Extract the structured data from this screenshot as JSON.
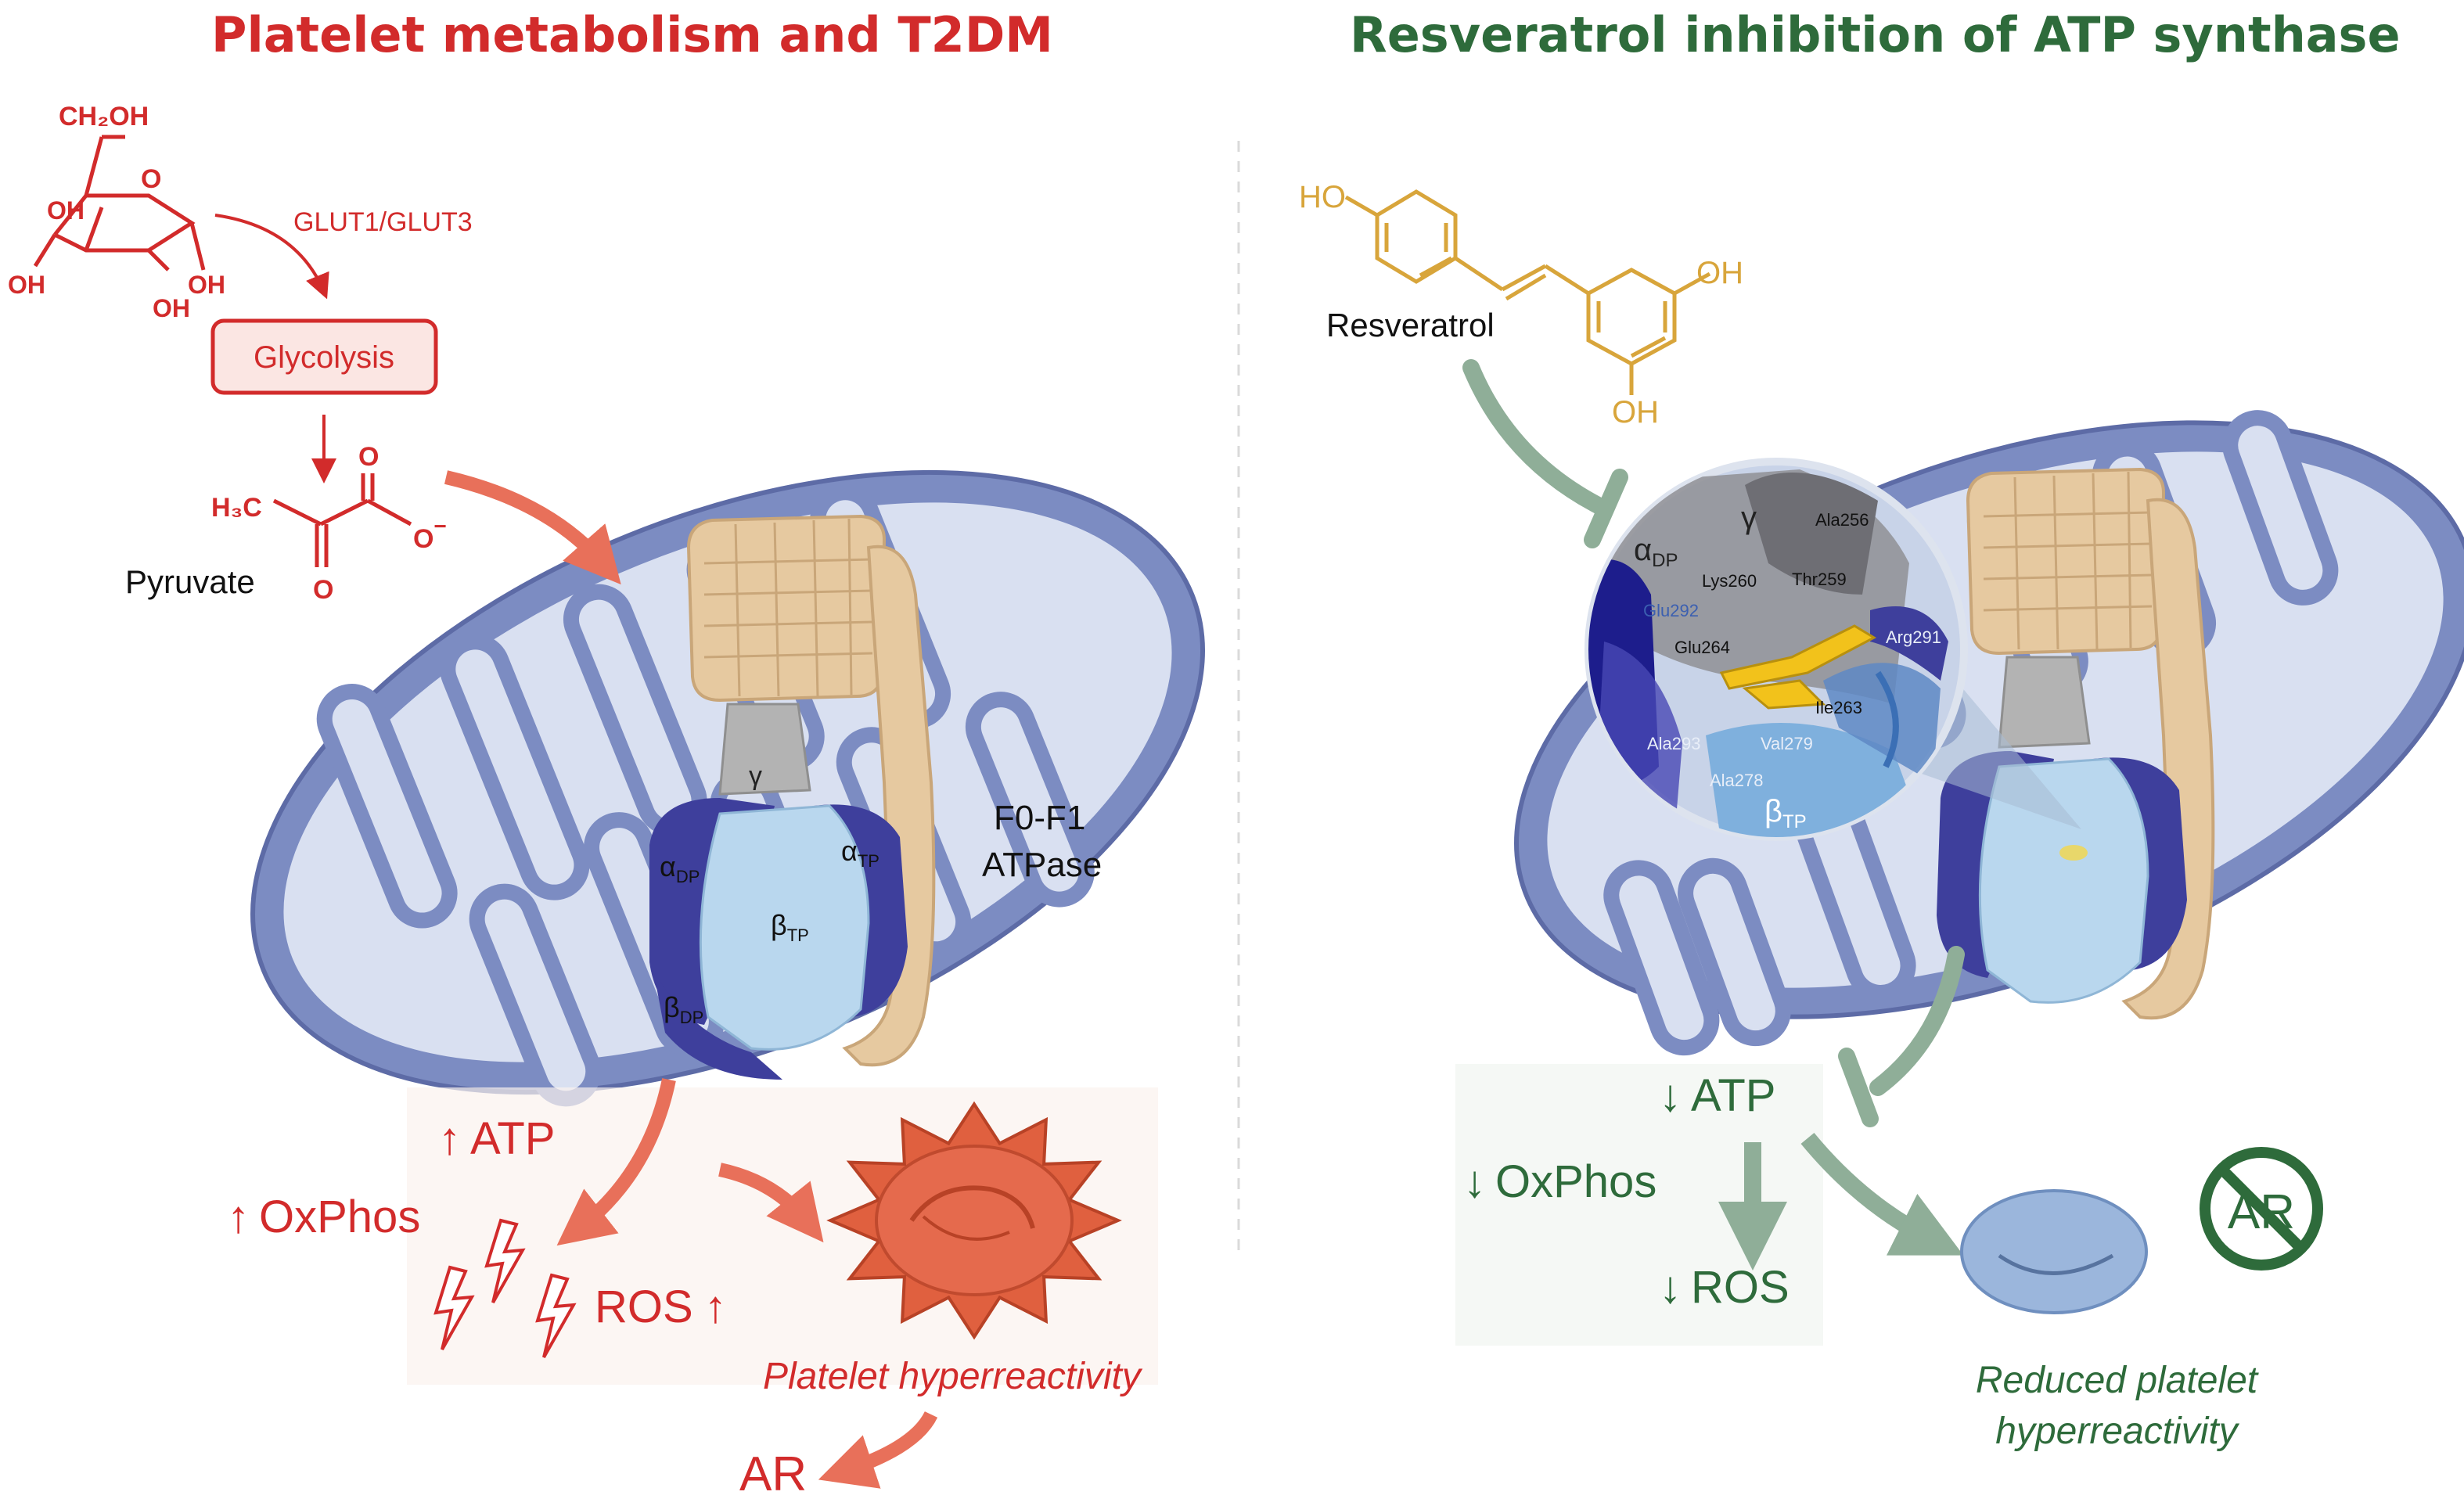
{
  "left_panel": {
    "title": "Platelet metabolism and T2DM",
    "glucose": {
      "ch2oh": "CH₂OH",
      "ring_o": "O",
      "oh_labels": [
        "OH",
        "OH",
        "OH",
        "OH"
      ]
    },
    "transporter_label": "GLUT1/GLUT3",
    "glycolysis_label": "Glycolysis",
    "pyruvate": {
      "name": "Pyruvate",
      "h3c": "H₃C",
      "o_top": "O",
      "o_bottom": "O",
      "o_minus": "O",
      "charge": "−"
    },
    "atpase": {
      "line1": "F0-F1",
      "line2": "ATPase",
      "subunits": {
        "gamma": "γ",
        "alpha_dp": "α",
        "alpha_dp_sub": "DP",
        "alpha_tp": "α",
        "alpha_tp_sub": "TP",
        "beta_tp": "β",
        "beta_tp_sub": "TP",
        "beta_dp": "β",
        "beta_dp_sub": "DP"
      }
    },
    "effects": {
      "atp": "ATP",
      "oxphos": "OxPhos",
      "ros": "ROS",
      "up_arrow": "↑"
    },
    "platelet_caption": "Platelet hyperreactivity",
    "outcome": "AR"
  },
  "right_panel": {
    "title": "Resveratrol inhibition of ATP synthase",
    "compound": {
      "name": "Resveratrol",
      "ho": "HO",
      "oh_right": "OH",
      "oh_bottom": "OH"
    },
    "zoom_labels": {
      "gamma": "γ",
      "alpha_dp": "α",
      "alpha_dp_sub": "DP",
      "beta_tp": "β",
      "beta_tp_sub": "TP",
      "residues": [
        "Ala256",
        "Lys260",
        "Thr259",
        "Glu292",
        "Glu264",
        "Arg291",
        "Ile263",
        "Ala293",
        "Val279",
        "Ala278"
      ]
    },
    "effects": {
      "atp": "ATP",
      "oxphos": "OxPhos",
      "ros": "ROS",
      "down_arrow": "↓"
    },
    "no_symbol_text": "AR",
    "platelet_caption_line1": "Reduced platelet",
    "platelet_caption_line2": "hyperreactivity"
  },
  "colors": {
    "red": "#d22b2b",
    "green": "#2e6b3b",
    "salmon_arrow": "#e8705a",
    "sage_arrow": "#8fae98",
    "gold": "#d8a53b",
    "mito_outer": "#7c8cc2",
    "mito_inner": "#d9e0f1",
    "complex_tan": "#e6c9a0",
    "alpha_blue": "#3e3f9c",
    "beta_light": "#b9d7ee"
  }
}
